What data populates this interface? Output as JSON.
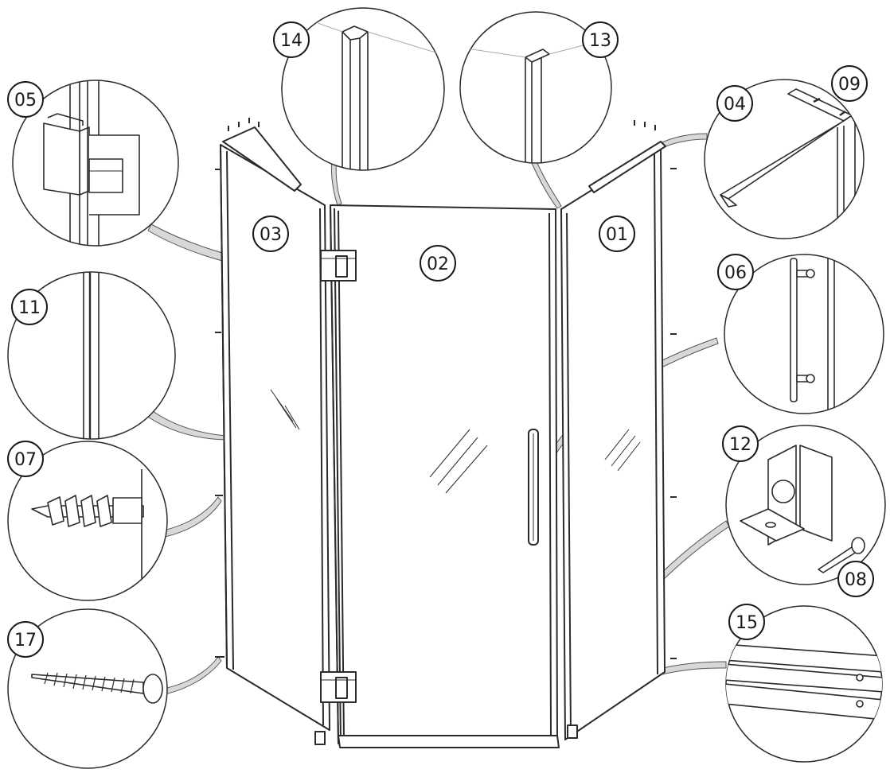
{
  "diagram": {
    "colors": {
      "ink": "#1a1a1a",
      "line": "#2b2b2b",
      "leader_fill": "#d8d8d8",
      "leader_stroke": "#555555",
      "background": "#ffffff"
    },
    "panels": {
      "left_panel": "03",
      "door": "02",
      "right_panel": "01"
    },
    "callouts": [
      {
        "id": "05",
        "depicts": "hinge-icon"
      },
      {
        "id": "11",
        "depicts": "seal-strip-icon"
      },
      {
        "id": "07",
        "depicts": "wall-plug-icon"
      },
      {
        "id": "17",
        "depicts": "screw-icon"
      },
      {
        "id": "14",
        "depicts": "corner-profile-icon"
      },
      {
        "id": "13",
        "depicts": "angle-profile-icon"
      },
      {
        "id": "04",
        "depicts": "support-bar-icon"
      },
      {
        "id": "09",
        "depicts": "bar-end-icon"
      },
      {
        "id": "06",
        "depicts": "handle-icon"
      },
      {
        "id": "12",
        "depicts": "glass-clamp-icon"
      },
      {
        "id": "08",
        "depicts": "screw-icon"
      },
      {
        "id": "15",
        "depicts": "bottom-seal-icon"
      }
    ]
  }
}
